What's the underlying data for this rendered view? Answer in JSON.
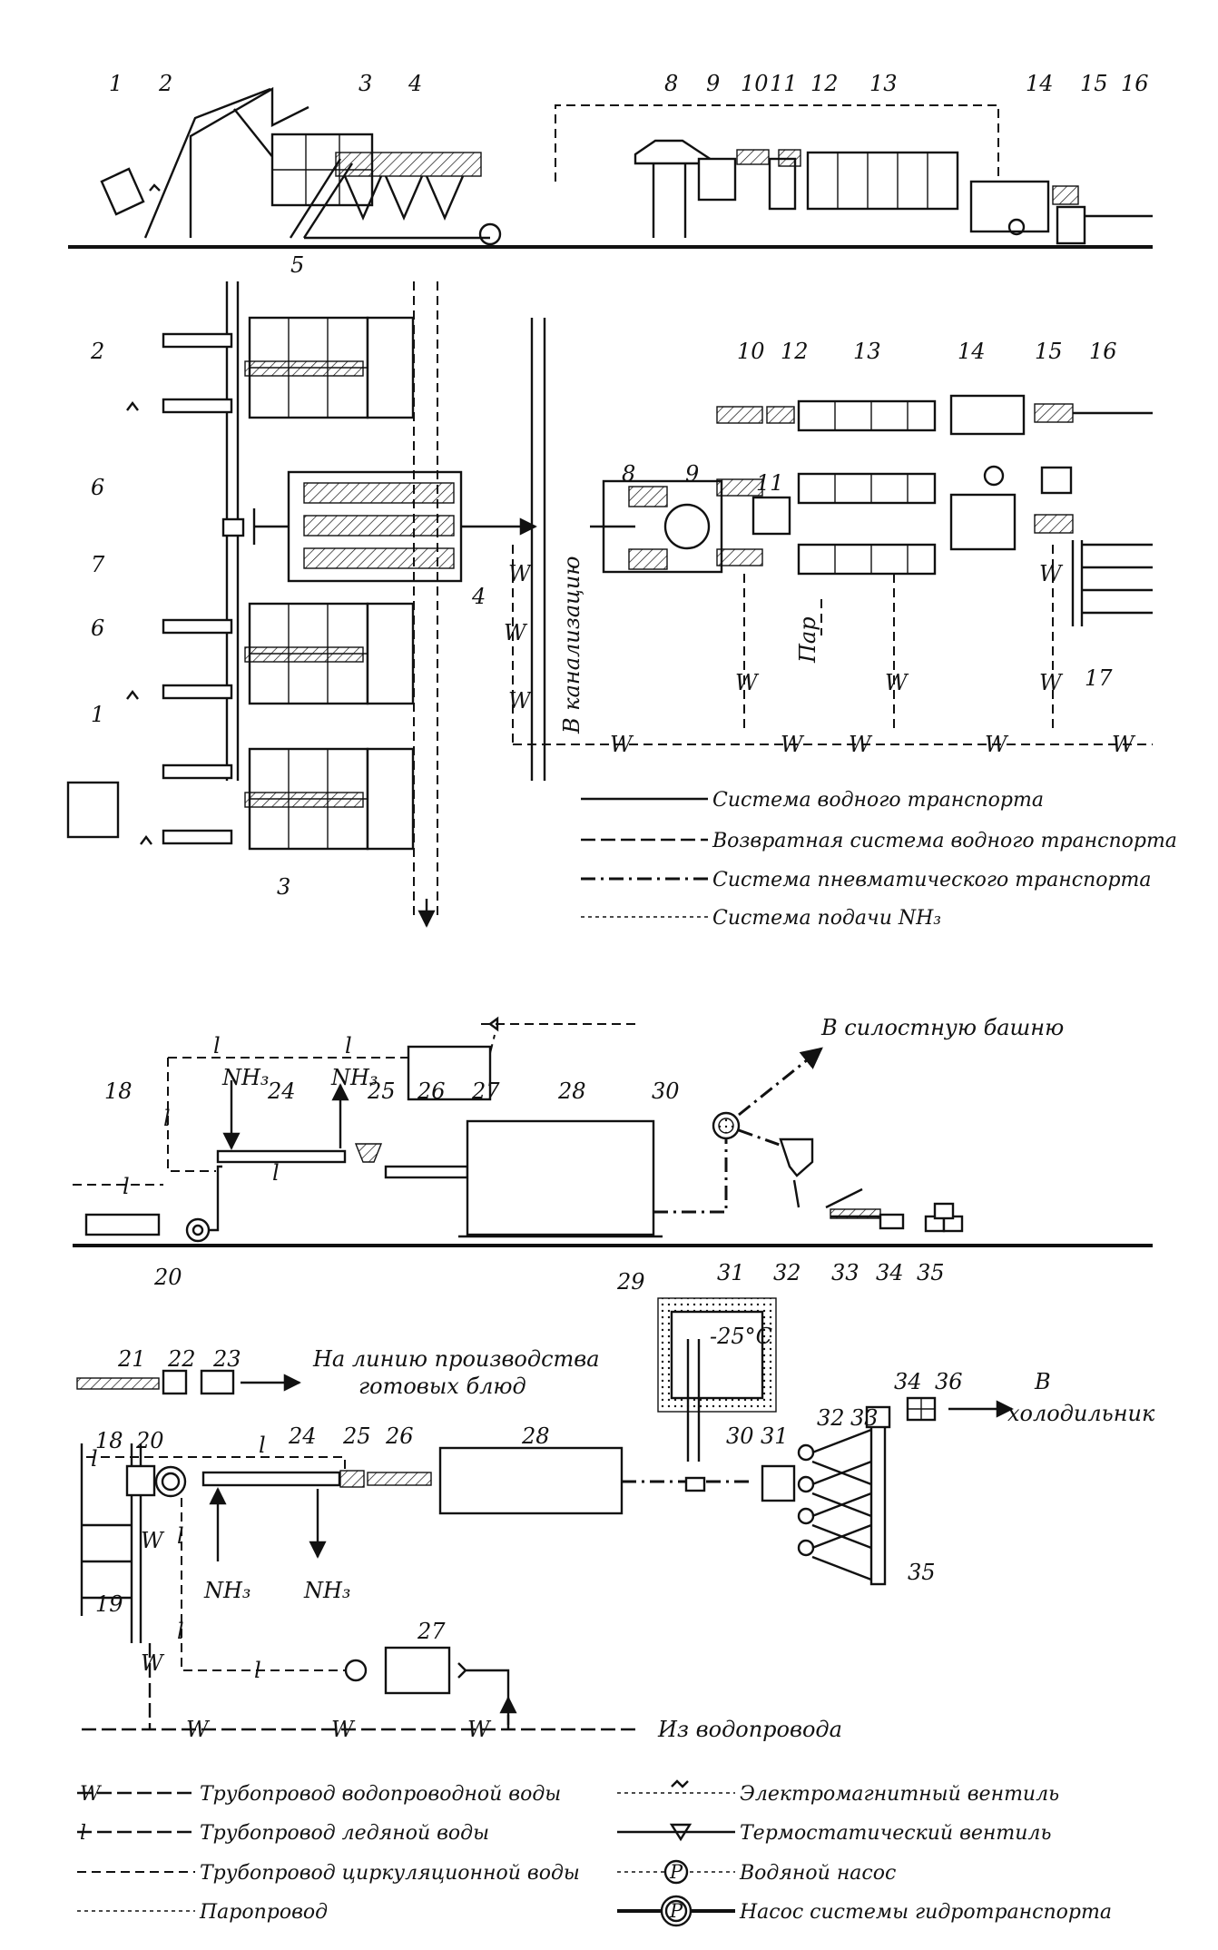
{
  "labels": {
    "n1": "1",
    "n2": "2",
    "n3": "3",
    "n4": "4",
    "n5": "5",
    "n6": "6",
    "n7": "7",
    "n8": "8",
    "n9": "9",
    "n10": "10",
    "n11": "11",
    "n12": "12",
    "n13": "13",
    "n14": "14",
    "n15": "15",
    "n16": "16",
    "n17": "17",
    "n18": "18",
    "n19": "19",
    "n20": "20",
    "n21": "21",
    "n22": "22",
    "n23": "23",
    "n24": "24",
    "n25": "25",
    "n26": "26",
    "n27": "27",
    "n28": "28",
    "n29": "29",
    "n30": "30",
    "n31": "31",
    "n32": "32",
    "n33": "33",
    "n34": "34",
    "n35": "35",
    "n36": "36"
  },
  "pipe_marks": {
    "w": "W",
    "l": "l",
    "nh3": "NH₃"
  },
  "annotations": {
    "sewer": "В канализацию",
    "steam": "Пар",
    "silo": "В силостную башню",
    "temperature": "-25°C",
    "ready_meals_line1": "На линию производства",
    "ready_meals_line2": "готовых блюд",
    "fridge_line1": "В",
    "fridge_line2": "холодильник",
    "from_water_main": "Из водопровода"
  },
  "legend_transport": [
    "Система водного транспорта",
    "Возвратная система водного транспорта",
    "Система пневматического транспорта",
    "Система подачи NH₃"
  ],
  "legend_pipes": {
    "left": [
      {
        "prefix": "W",
        "text": "Трубопровод водопроводной воды"
      },
      {
        "prefix": "l",
        "text": "Трубопровод ледяной воды"
      },
      {
        "prefix": "",
        "text": "Трубопровод циркуляционной воды"
      },
      {
        "prefix": "",
        "text": "Паропровод"
      }
    ],
    "right": [
      "Электромагнитный вентиль",
      "Термостатический вентиль",
      "Водяной насос",
      "Насос системы гидротранспорта"
    ],
    "pump_symbol": "P"
  }
}
